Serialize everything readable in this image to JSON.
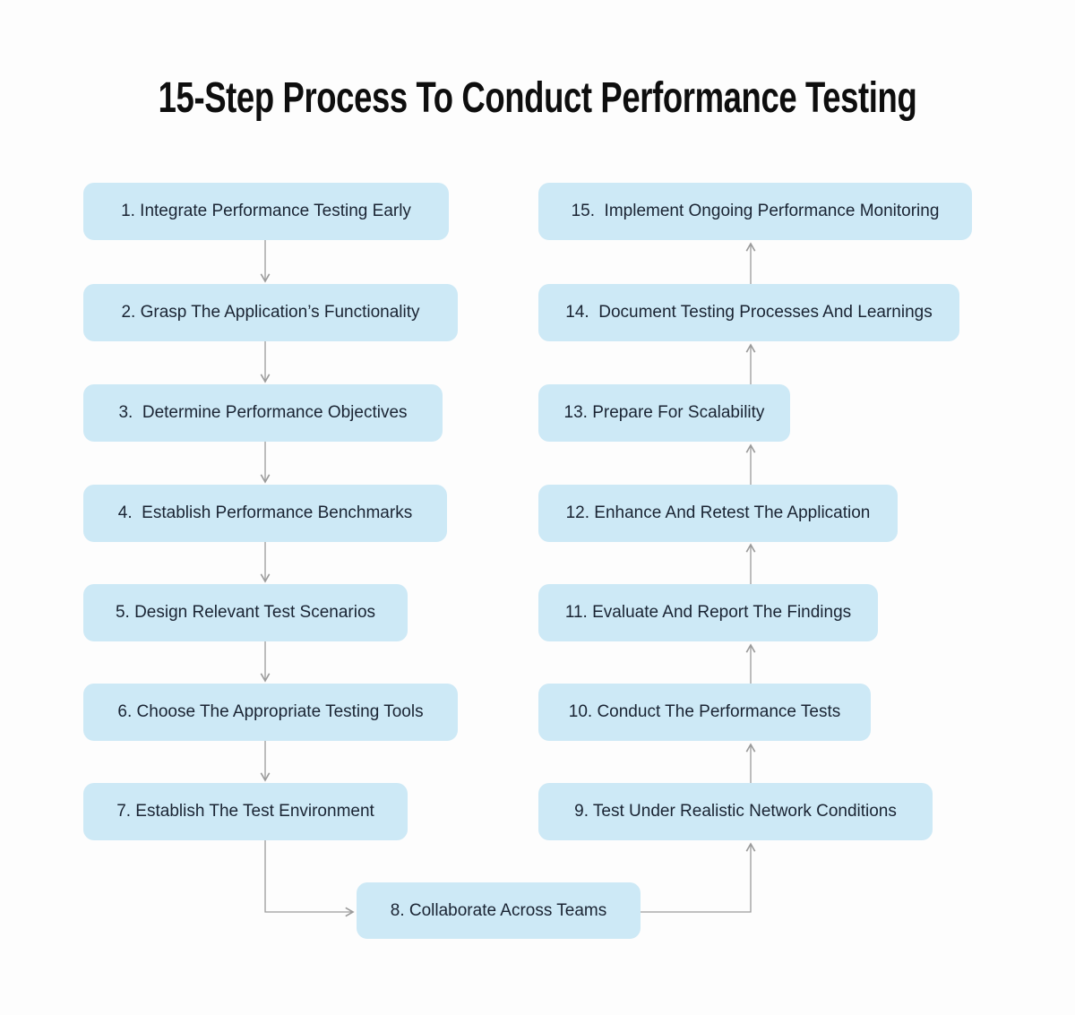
{
  "title": "15-Step Process To Conduct Performance Testing",
  "diagram": {
    "type": "flowchart",
    "steps": [
      {
        "num": 1,
        "label": "1. Integrate Performance Testing Early"
      },
      {
        "num": 2,
        "label": "2. Grasp The Application’s Functionality"
      },
      {
        "num": 3,
        "label": "3.  Determine Performance Objectives"
      },
      {
        "num": 4,
        "label": "4.  Establish Performance Benchmarks"
      },
      {
        "num": 5,
        "label": "5. Design Relevant Test Scenarios"
      },
      {
        "num": 6,
        "label": "6. Choose The Appropriate Testing Tools"
      },
      {
        "num": 7,
        "label": "7. Establish The Test Environment"
      },
      {
        "num": 8,
        "label": "8. Collaborate Across Teams"
      },
      {
        "num": 9,
        "label": "9. Test Under Realistic Network Conditions"
      },
      {
        "num": 10,
        "label": "10. Conduct The Performance Tests"
      },
      {
        "num": 11,
        "label": "11. Evaluate And Report The Findings"
      },
      {
        "num": 12,
        "label": "12. Enhance And Retest The Application"
      },
      {
        "num": 13,
        "label": "13. Prepare For Scalability"
      },
      {
        "num": 14,
        "label": "14.  Document Testing Processes And Learnings"
      },
      {
        "num": 15,
        "label": "15.  Implement Ongoing Performance Monitoring"
      }
    ],
    "connections": [
      [
        1,
        2
      ],
      [
        2,
        3
      ],
      [
        3,
        4
      ],
      [
        4,
        5
      ],
      [
        5,
        6
      ],
      [
        6,
        7
      ],
      [
        7,
        8
      ],
      [
        8,
        9
      ],
      [
        9,
        10
      ],
      [
        10,
        11
      ],
      [
        11,
        12
      ],
      [
        12,
        13
      ],
      [
        13,
        14
      ],
      [
        14,
        15
      ]
    ]
  },
  "colors": {
    "background": "#fdfdfd",
    "box_fill": "#cde9f6",
    "box_text": "#1a2433",
    "arrow": "#9b9b9b",
    "title_text": "#0e0e0e"
  }
}
